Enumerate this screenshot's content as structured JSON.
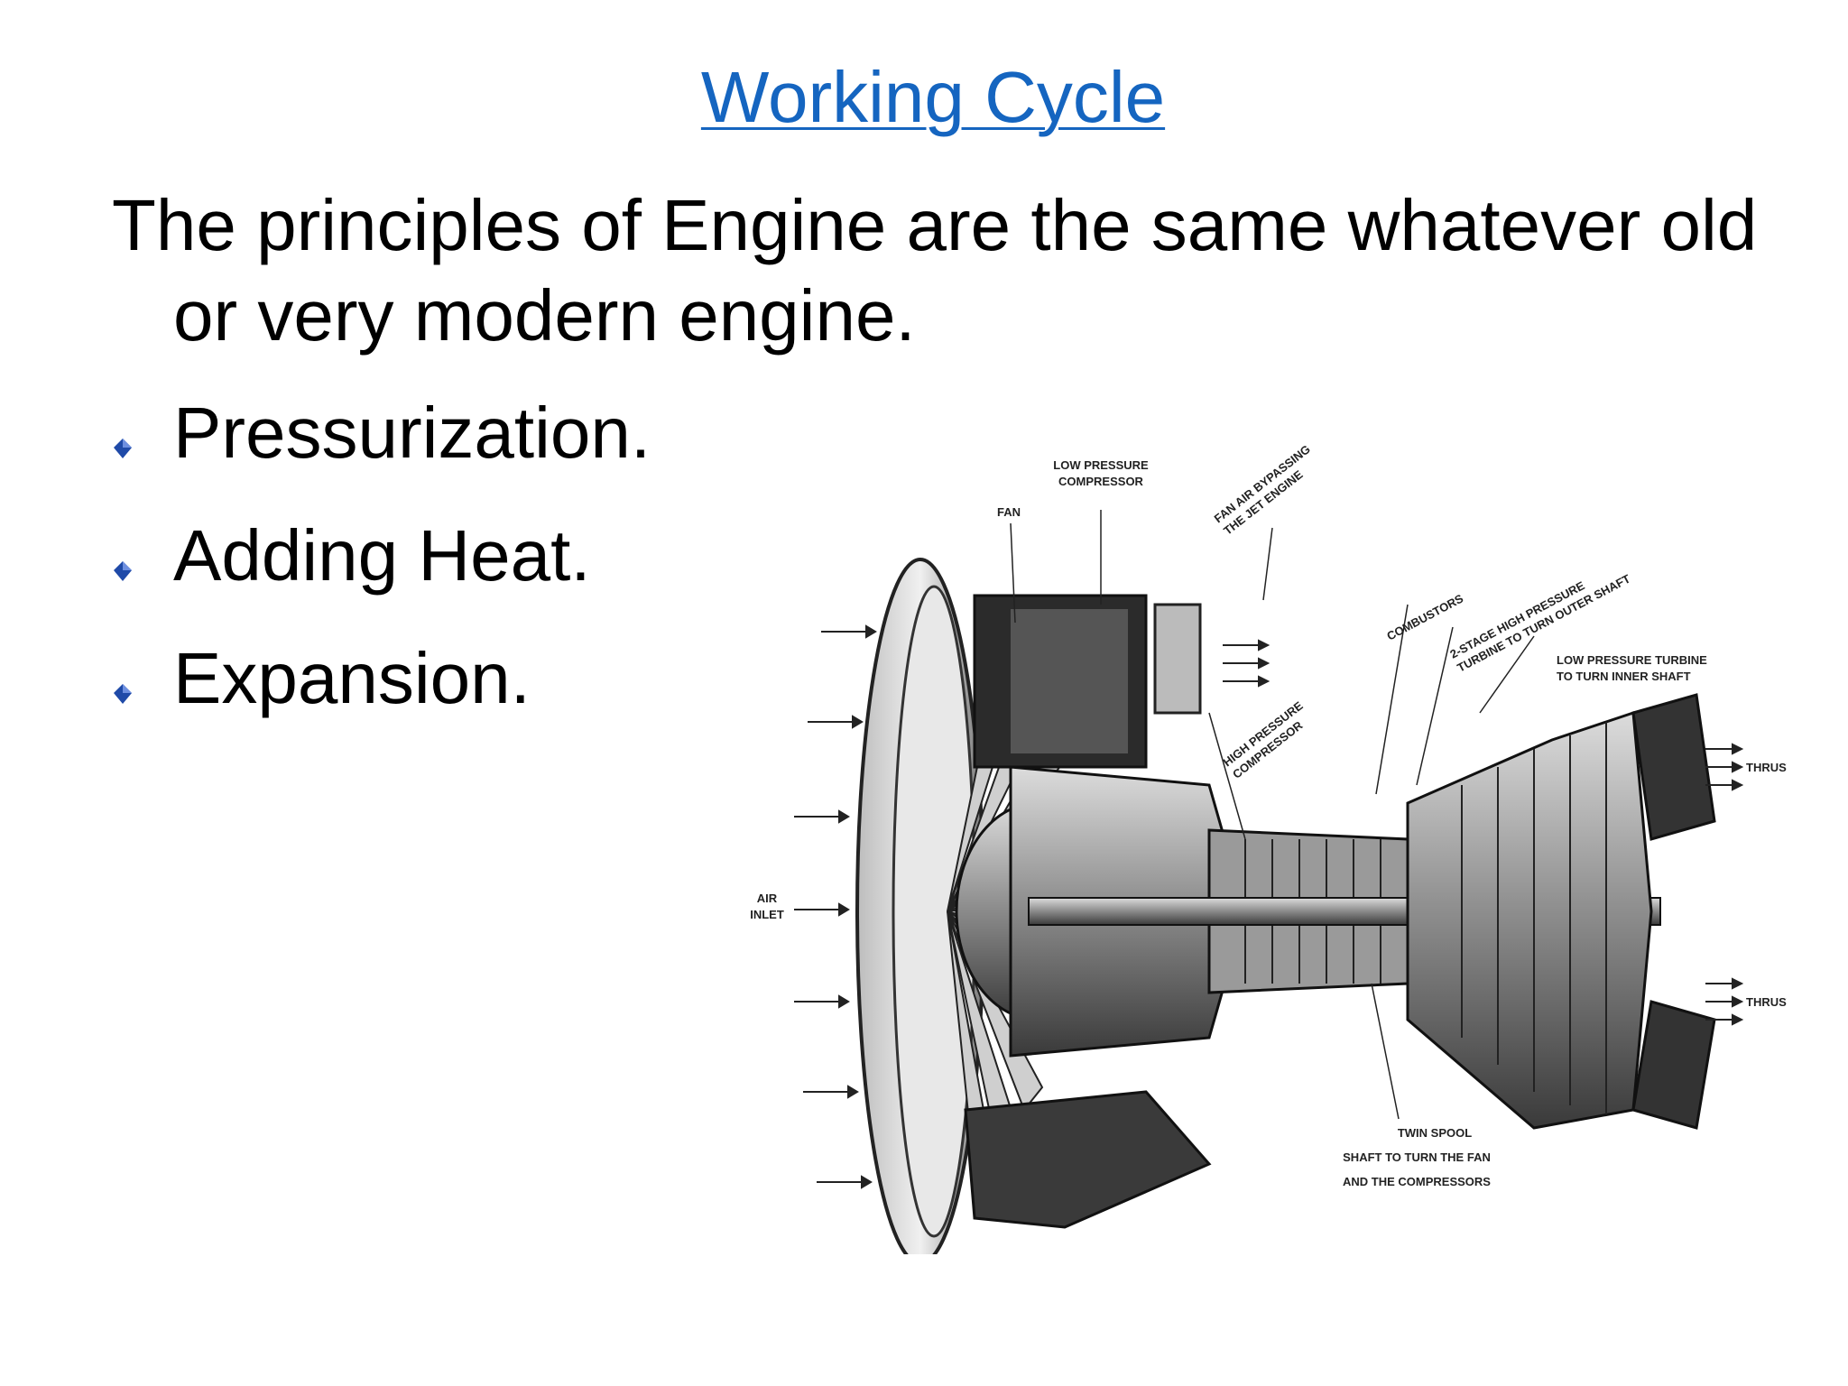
{
  "slide": {
    "title": "Working Cycle",
    "intro": "The principles of Engine are the same whatever old or very modern engine.",
    "bullets": [
      {
        "text": "Pressurization."
      },
      {
        "text": "Adding Heat."
      },
      {
        "text": "Expansion."
      }
    ]
  },
  "engine_labels": {
    "lp_compressor_1": "LOW PRESSURE",
    "lp_compressor_2": "COMPRESSOR",
    "fan": "FAN",
    "bypass_1": "FAN AIR BYPASSING",
    "bypass_2": "THE JET ENGINE",
    "combustors": "COMBUSTORS",
    "hp_turbine_1": "2-STAGE HIGH PRESSURE",
    "hp_turbine_2": "TURBINE TO TURN OUTER SHAFT",
    "lp_turbine_1": "LOW PRESSURE TURBINE",
    "lp_turbine_2": "TO TURN INNER SHAFT",
    "hp_compressor_1": "HIGH PRESSURE",
    "hp_compressor_2": "COMPRESSOR",
    "thrust_top": "THRUST",
    "thrust_bottom": "THRUST",
    "air_inlet_1": "AIR",
    "air_inlet_2": "INLET",
    "twin_spool_1": "TWIN SPOOL",
    "twin_spool_2": "SHAFT TO TURN THE FAN",
    "twin_spool_3": "AND THE COMPRESSORS"
  },
  "colors": {
    "title": "#1565c0",
    "text": "#000000",
    "bullet": "#1f4aa8"
  },
  "icons": {
    "bullet": "blue-diamond-bullet-icon"
  }
}
